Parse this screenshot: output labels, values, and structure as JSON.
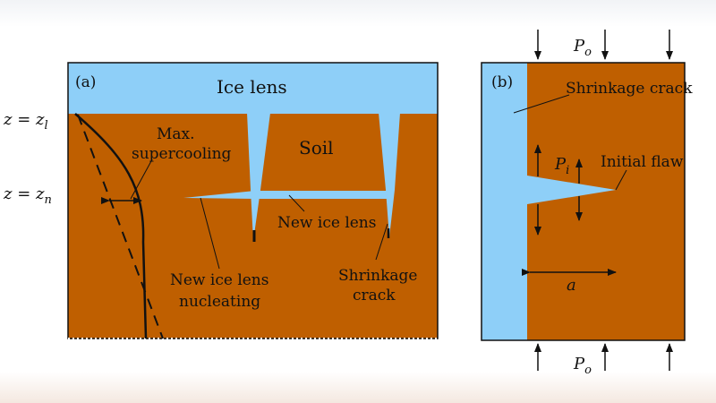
{
  "colors": {
    "soil": "#bf5f00",
    "ice": "#8ecff8",
    "ink": "#111111",
    "background": "#ffffff"
  },
  "panel_a": {
    "tag": "(a)",
    "ice_lens": "Ice lens",
    "soil": "Soil",
    "z_l": "z = z",
    "z_l_sub": "l",
    "z_n": "z = z",
    "z_n_sub": "n",
    "max_supercooling_1": "Max.",
    "max_supercooling_2": "supercooling",
    "new_ice_lens": "New ice lens",
    "nucleating_1": "New ice lens",
    "nucleating_2": "nucleating",
    "shrinkage_1": "Shrinkage",
    "shrinkage_2": "crack"
  },
  "panel_b": {
    "tag": "(b)",
    "p_o_top": "P",
    "p_o_top_sub": "o",
    "p_o_bottom": "P",
    "p_o_bottom_sub": "o",
    "shrinkage_crack": "Shrinkage crack",
    "p_i": "P",
    "p_i_sub": "i",
    "initial_flaw": "Initial flaw",
    "a": "a"
  }
}
